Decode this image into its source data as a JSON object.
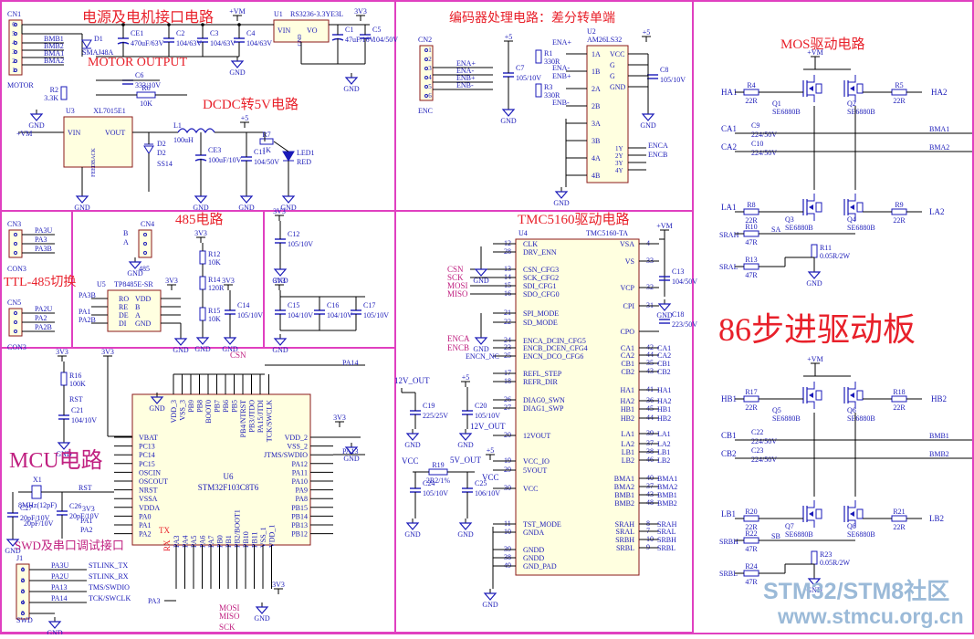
{
  "section_titles": {
    "power": "电源及电机接口电路",
    "motor_output": "MOTOR OUTPUT",
    "dcdc": "DCDC转5V电路",
    "encoder": "编码器处理电路：差分转单端",
    "mos": "MOS驱动电路",
    "rs485": "485电路",
    "ttl485": "TTL-485切换",
    "tmc": "TMC5160驱动电路",
    "board": "86步进驱动板",
    "mcu": "MCU电路",
    "swd": "SWD及串口调试接口"
  },
  "watermark": {
    "line1": "STM32/STM8社区",
    "line2": "www.stmcu.org.cn"
  },
  "colors": {
    "frame": "#e040c0",
    "wire": "#000000",
    "component": "#1a1ab8",
    "title": "#e8202a",
    "net_label": "#c02080",
    "chip_fill": "#ffffe0",
    "watermark": "#9bbad8"
  },
  "components": {
    "cn1": {
      "ref": "CN1",
      "name": "MOTOR",
      "pins": [
        "6",
        "5",
        "4",
        "3",
        "2",
        "1"
      ],
      "nets": [
        "BMB1",
        "BMB2",
        "BMA1",
        "BMA2"
      ]
    },
    "d1": {
      "ref": "D1",
      "value": "SMAJ48A"
    },
    "ce1": {
      "ref": "CE1",
      "value": "470uF/63V"
    },
    "c2": {
      "ref": "C2",
      "value": "104/63V"
    },
    "c3": {
      "ref": "C3",
      "value": "104/63V"
    },
    "c4": {
      "ref": "C4",
      "value": "104/63V"
    },
    "u1": {
      "ref": "U1",
      "part": "RS3236-3.3YE3L",
      "vin": "VIN",
      "vo": "VO",
      "gnd": "GND"
    },
    "c1": {
      "ref": "C1",
      "value": "47uF/16V"
    },
    "c5": {
      "ref": "C5",
      "value": "104/50V"
    },
    "c6": {
      "ref": "C6",
      "value": "333/10V"
    },
    "r2": {
      "ref": "R2",
      "value": "3.3K"
    },
    "r6": {
      "ref": "R6",
      "value": "10K"
    },
    "u3": {
      "ref": "U3",
      "part": "XL7015E1",
      "vin": "VIN",
      "vout": "VOUT",
      "fb": "FEEDBACK"
    },
    "l1": {
      "ref": "L1",
      "value": "100uH"
    },
    "d2": {
      "ref": "D2",
      "value": "SS14"
    },
    "ce3": {
      "ref": "CE3",
      "value": "100uF/10V"
    },
    "c11": {
      "ref": "C11",
      "value": "104/50V"
    },
    "r7": {
      "ref": "R7",
      "value": "1K"
    },
    "led1": {
      "ref": "LED1",
      "value": "RED"
    },
    "cn2": {
      "ref": "CN2",
      "name": "ENC",
      "nets": [
        "ENA+",
        "ENA-",
        "ENB+",
        "ENB-"
      ]
    },
    "c7": {
      "ref": "C7",
      "value": "105/10V"
    },
    "r1": {
      "ref": "R1",
      "value": "330R"
    },
    "r3": {
      "ref": "R3",
      "value": "330R"
    },
    "u2": {
      "ref": "U2",
      "part": "AM26LS32",
      "pins_left": [
        "1A",
        "1B",
        "2A",
        "2B",
        "3A",
        "3B",
        "4A",
        "4B"
      ],
      "pins_right": [
        "VCC",
        "G",
        "G",
        "GND",
        "1Y",
        "2Y",
        "3Y",
        "4Y"
      ]
    },
    "c8": {
      "ref": "C8",
      "value": "105/10V"
    },
    "cn3": {
      "ref": "CN3",
      "name": "CON3",
      "nets": [
        "PA3U",
        "PA3",
        "PA3B"
      ]
    },
    "cn5": {
      "ref": "CN5",
      "name": "CON3",
      "nets": [
        "PA2U",
        "PA2",
        "PA2B"
      ]
    },
    "cn4": {
      "ref": "CN4",
      "name": "485",
      "pins": [
        "B",
        "A"
      ]
    },
    "u5": {
      "ref": "U5",
      "part": "TP8485E-SR",
      "left": [
        "RO",
        "RE",
        "DE",
        "DI"
      ],
      "right": [
        "VDD",
        "B",
        "A",
        "GND"
      ]
    },
    "r12": {
      "ref": "R12",
      "value": "10K"
    },
    "r14": {
      "ref": "R14",
      "value": "120R"
    },
    "r15": {
      "ref": "R15",
      "value": "10K"
    },
    "c14": {
      "ref": "C14",
      "value": "105/10V"
    },
    "c12": {
      "ref": "C12",
      "value": "105/10V"
    },
    "c15": {
      "ref": "C15",
      "value": "104/10V"
    },
    "c16": {
      "ref": "C16",
      "value": "104/10V"
    },
    "c17": {
      "ref": "C17",
      "value": "105/10V"
    },
    "u4": {
      "ref": "U4",
      "part": "TMC5160-TA",
      "left": [
        "CLK",
        "DRV_ENN",
        "CSN_CFG3",
        "SCK_CFG2",
        "SDI_CFG1",
        "SDO_CFG0",
        "SPI_MODE",
        "SD_MODE",
        "ENCA_DCIN_CFG5",
        "ENCB_DCEN_CFG4",
        "ENCN_DCO_CFG6",
        "REFL_STEP",
        "REFR_DIR",
        "DIAG0_SWN",
        "DIAG1_SWP",
        "12VOUT",
        "VCC_IO",
        "5VOUT",
        "VCC",
        "TST_MODE",
        "GNDA",
        "GNDD",
        "GNDD",
        "GND_PAD"
      ],
      "right": [
        "VSA",
        "VS",
        "VCP",
        "CPI",
        "CPO",
        "CA1",
        "CA2",
        "CB1",
        "CB2",
        "HA1",
        "HA2",
        "HB1",
        "HB2",
        "LA1",
        "LA2",
        "LB1",
        "LB2",
        "BMA1",
        "BMA2",
        "BMB1",
        "BMB2",
        "SRAH",
        "SRAL",
        "SRBH",
        "SRBL"
      ]
    },
    "c13": {
      "ref": "C13",
      "value": "104/50V"
    },
    "c18": {
      "ref": "C18",
      "value": "223/50V"
    },
    "c19": {
      "ref": "C19",
      "value": "225/25V"
    },
    "c20": {
      "ref": "C20",
      "value": "105/10V"
    },
    "r19": {
      "ref": "R19",
      "value": "2R2/1%"
    },
    "c24": {
      "ref": "C24",
      "value": "105/10V"
    },
    "c25": {
      "ref": "C25",
      "value": "106/10V"
    },
    "r16": {
      "ref": "R16",
      "value": "100K"
    },
    "c21": {
      "ref": "C21",
      "value": "104/10V"
    },
    "x1": {
      "ref": "X1",
      "value": "8MHz(12pF)"
    },
    "c27": {
      "ref": "C27",
      "value": "20pF/10V"
    },
    "c26": {
      "ref": "C26",
      "value": "20pF/10V"
    },
    "u6": {
      "ref": "U6",
      "part": "STM32F103C8T6",
      "left": [
        "VBAT",
        "PC13",
        "PC14",
        "PC15",
        "OSCIN",
        "OSCOUT",
        "NRST",
        "VSSA",
        "VDDA",
        "PA0",
        "PA1",
        "PA2"
      ],
      "right": [
        "VDD_2",
        "VSS_2",
        "JTMS/SWDIO",
        "PA12",
        "PA11",
        "PA10",
        "PA9",
        "PA8",
        "PB15",
        "PB14",
        "PB13",
        "PB12"
      ],
      "top": [
        "VDD_3",
        "VSS_3",
        "PB9",
        "PB8",
        "BOOT0",
        "PB7",
        "PB6",
        "PB5",
        "PB4/NTRST",
        "PB3/JTDO",
        "PA15/JTDI",
        "TCK/SWCLK"
      ],
      "bottom": [
        "PA3",
        "PA4",
        "PA5",
        "PA6",
        "PA7",
        "PB0",
        "PB1",
        "PB2/BOOT1",
        "PB10",
        "PB11",
        "VSS_1",
        "VDD_1"
      ]
    },
    "j1": {
      "ref": "J1",
      "name": "SWD",
      "signals": [
        "STLINK_TX",
        "STLINK_RX",
        "TMS/SWDIO",
        "TCK/SWCLK"
      ],
      "nets": [
        "PA3U",
        "PA2U",
        "PA13",
        "PA14"
      ]
    },
    "mos_a": {
      "rgate_hi": "R4",
      "rgate_hi2": "R5",
      "q": [
        "Q1",
        "Q2",
        "Q3",
        "Q4"
      ],
      "part": "SE6880B",
      "c9": "C9",
      "c10": "C10",
      "cval": "224/50V",
      "r8": "R8",
      "r9": "R9",
      "r10": "R10",
      "r11": "R11",
      "r13": "R13",
      "rsense": "0.05R/2W",
      "rg": "22R",
      "rsr": "47R"
    },
    "mos_b": {
      "rgate_hi": "R17",
      "rgate_hi2": "R18",
      "q": [
        "Q5",
        "Q6",
        "Q7",
        "Q8"
      ],
      "part": "SE6880B",
      "c22": "C22",
      "c23": "C23",
      "cval": "224/50V",
      "r20": "R20",
      "r21": "R21",
      "r22": "R22",
      "r23": "R23",
      "r24": "R24",
      "rsense": "0.05R/2W",
      "rg": "22R",
      "rsr": "47R"
    }
  },
  "nets": {
    "vm": "+VM",
    "v5": "+5",
    "v33": "3V3",
    "gnd": "GND",
    "v12": "12V_OUT",
    "v5o": "5V_OUT",
    "vcc": "VCC",
    "pa14": "PA14",
    "pa13": "PA13",
    "pa3": "PA3",
    "rst": "RST",
    "csn": "CSN",
    "sck": "SCK",
    "mosi": "MOSI",
    "miso": "MISO",
    "enca": "ENCA",
    "encb": "ENCB",
    "encn": "ENCN_NC",
    "tx": "TX",
    "rx": "RX"
  }
}
